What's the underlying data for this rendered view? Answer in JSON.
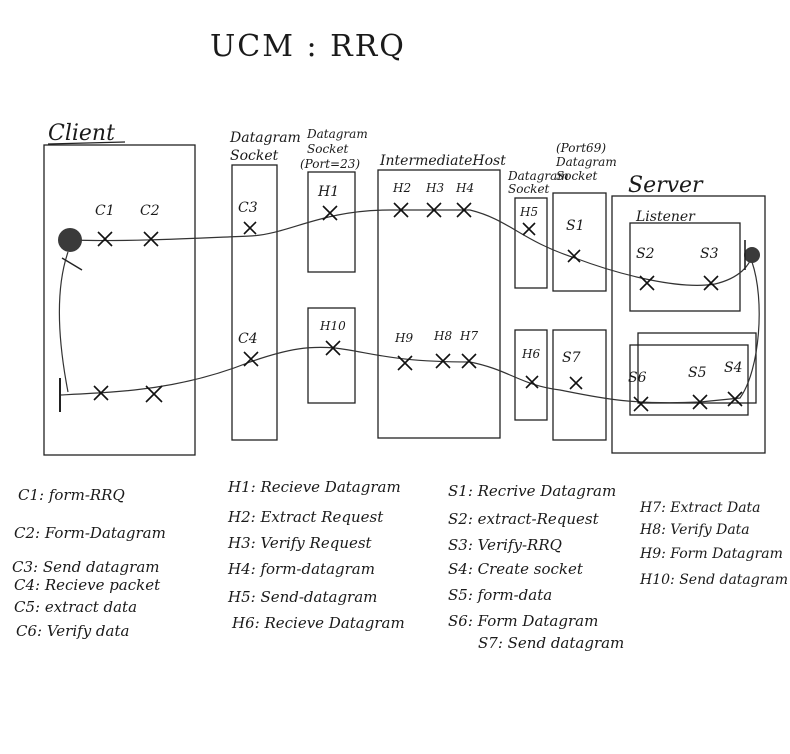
{
  "title": "UCM : RRQ",
  "columns": {
    "client": "Client",
    "datagram_socket": [
      "Datagram",
      "Socket"
    ],
    "datagram_socket_port23": [
      "Datagram",
      "Socket",
      "(Port=23)"
    ],
    "intermediate_host": "IntermediateHost",
    "datagram_socket_small": [
      "Datagram",
      "Socket"
    ],
    "port69_socket": [
      "(Port69)",
      "Datagram",
      "Socket"
    ],
    "server": "Server",
    "listener": "Listener"
  },
  "points": {
    "c1": "C1",
    "c2": "C2",
    "c3": "C3",
    "c4": "C4",
    "h1": "H1",
    "h2": "H2",
    "h3": "H3",
    "h4": "H4",
    "h5": "H5",
    "h6": "H6",
    "h7": "H7",
    "h8": "H8",
    "h9": "H9",
    "h10": "H10",
    "s1": "S1",
    "s2": "S2",
    "s3": "S3",
    "s4": "S4",
    "s5": "S5",
    "s6": "S6",
    "s7": "S7"
  },
  "legend": {
    "client": [
      "C1: form-RRQ",
      "C2: Form-Datagram",
      "C3: Send datagram",
      "C4: Recieve packet",
      "C5: extract data",
      "C6: Verify data"
    ],
    "host": [
      "H1: Recieve Datagram",
      "H2: Extract Request",
      "H3: Verify Request",
      "H4: form-datagram",
      "H5: Send-datagram",
      "H6: Recieve Datagram"
    ],
    "server": [
      "S1: Recrive Datagram",
      "S2: extract-Request",
      "S3: Verify-RRQ",
      "S4: Create socket",
      "S5: form-data",
      "S6: Form Datagram",
      "S7: Send datagram"
    ],
    "host_extra": [
      "H7: Extract Data",
      "H8: Verify Data",
      "H9: Form Datagram",
      "H10: Send datagram"
    ]
  }
}
